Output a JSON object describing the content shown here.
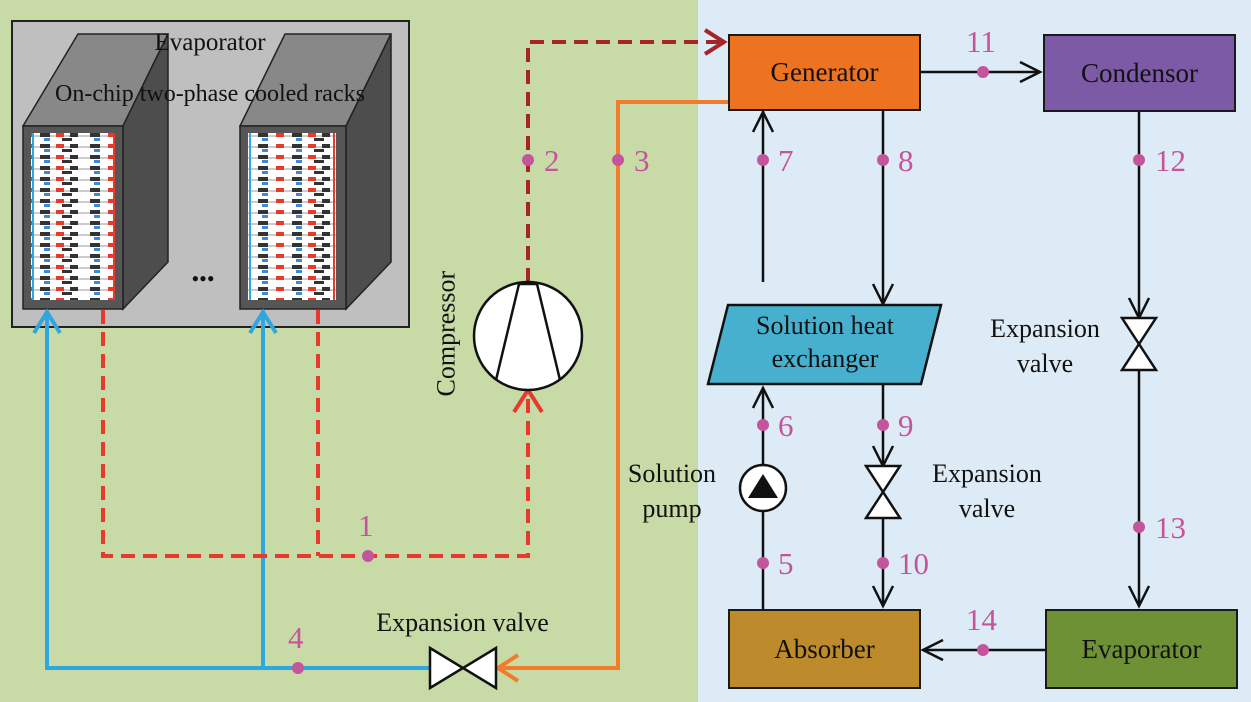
{
  "colors": {
    "left_bg": "#c8daa6",
    "right_bg": "#dcebf5",
    "cold_line": "#2ea7de",
    "hot_line": "#e83a2c",
    "vapor_line": "#a5242a",
    "liquid_line": "#f17c2c",
    "state_point": "#c4559c",
    "generator": "#ed7320",
    "condensor": "#7d5aa6",
    "absorber": "#bd8a2c",
    "evaporator": "#6f9135",
    "shx": "#47b0ce"
  },
  "labels": {
    "evaporator_title": "Evaporator",
    "evaporator_subtitle": "On-chip two-phase cooled racks",
    "ellipsis": "•••",
    "compressor": "Compressor",
    "expansion_valve_left": "Expansion valve",
    "solution_pump_1": "Solution",
    "solution_pump_2": "pump",
    "expansion_valve_mid_1": "Expansion",
    "expansion_valve_mid_2": "valve",
    "expansion_valve_right_1": "Expansion",
    "expansion_valve_right_2": "valve"
  },
  "components": {
    "generator": "Generator",
    "condensor": "Condensor",
    "shx_1": "Solution heat",
    "shx_2": "exchanger",
    "absorber": "Absorber",
    "evaporator": "Evaporator"
  },
  "points": [
    "1",
    "2",
    "3",
    "4",
    "5",
    "6",
    "7",
    "8",
    "9",
    "10",
    "11",
    "12",
    "13",
    "14"
  ]
}
